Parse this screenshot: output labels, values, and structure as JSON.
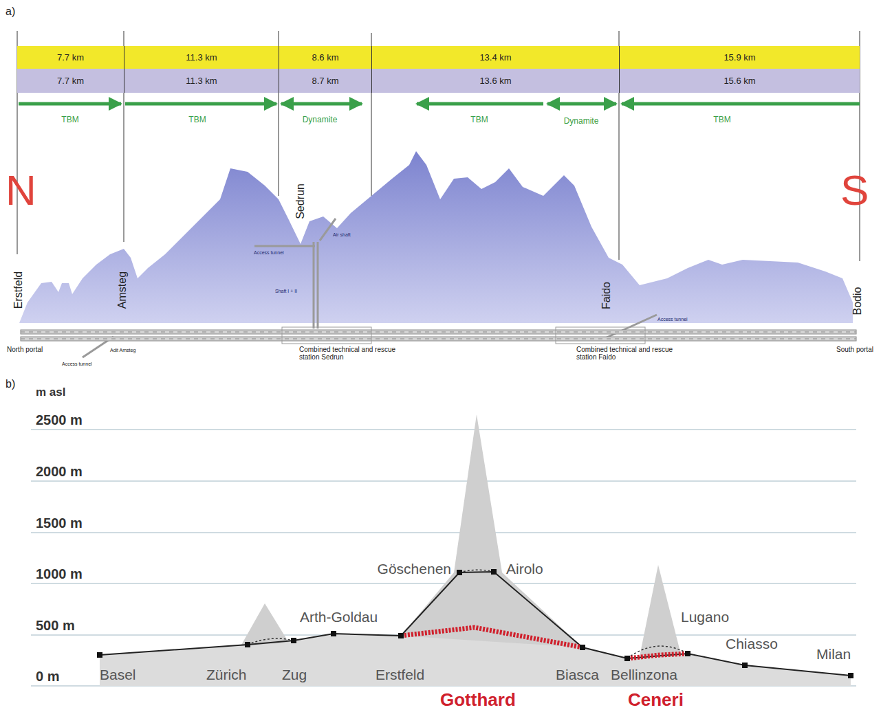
{
  "diagram": {
    "nodes": [
      {
        "text": [
          "7.7 km"
        ]
      },
      {
        "text": [
          "11.3 km"
        ]
      },
      {
        "text": [
          "8.6 km"
        ]
      },
      {
        "text": [
          "13.4 km"
        ]
      },
      {
        "text": [
          "15.9 km"
        ]
      },
      {
        "text": [
          "7.7 km"
        ]
      },
      {
        "text": [
          "11.3 km"
        ]
      },
      {
        "text": [
          "8.7 km"
        ]
      },
      {
        "text": [
          "13.6 km"
        ]
      },
      {
        "text": [
          "15.6 km"
        ]
      }
    ],
    "labels": [
      "a)",
      "N",
      "S",
      "Erstfeld",
      "Amsteg",
      "Sedrun",
      "Faido",
      "Bodio",
      "Air shaft",
      "Access tunnel",
      "Shaft I + II",
      "Access tunnel",
      "North portal",
      "Adit Amsteg",
      "Access tunnel",
      "Combined technical and rescue station Sedrun",
      "Combined technical and rescue station Faido",
      "South portal",
      "TBM",
      "TBM",
      "Dynamite",
      "TBM",
      "Dynamite",
      "TBM",
      "b)",
      "m asl",
      "2500 m",
      "2000 m",
      "1500 m",
      "1000 m",
      "500 m",
      "0 m",
      "Basel",
      "Zürich",
      "Zug",
      "Arth-Goldau",
      "Erstfeld",
      "Göschenen",
      "Airolo",
      "Biasca",
      "Bellinzona",
      "Lugano",
      "Chiasso",
      "Milan",
      "Gotthard",
      "Ceneri"
    ]
  }
}
